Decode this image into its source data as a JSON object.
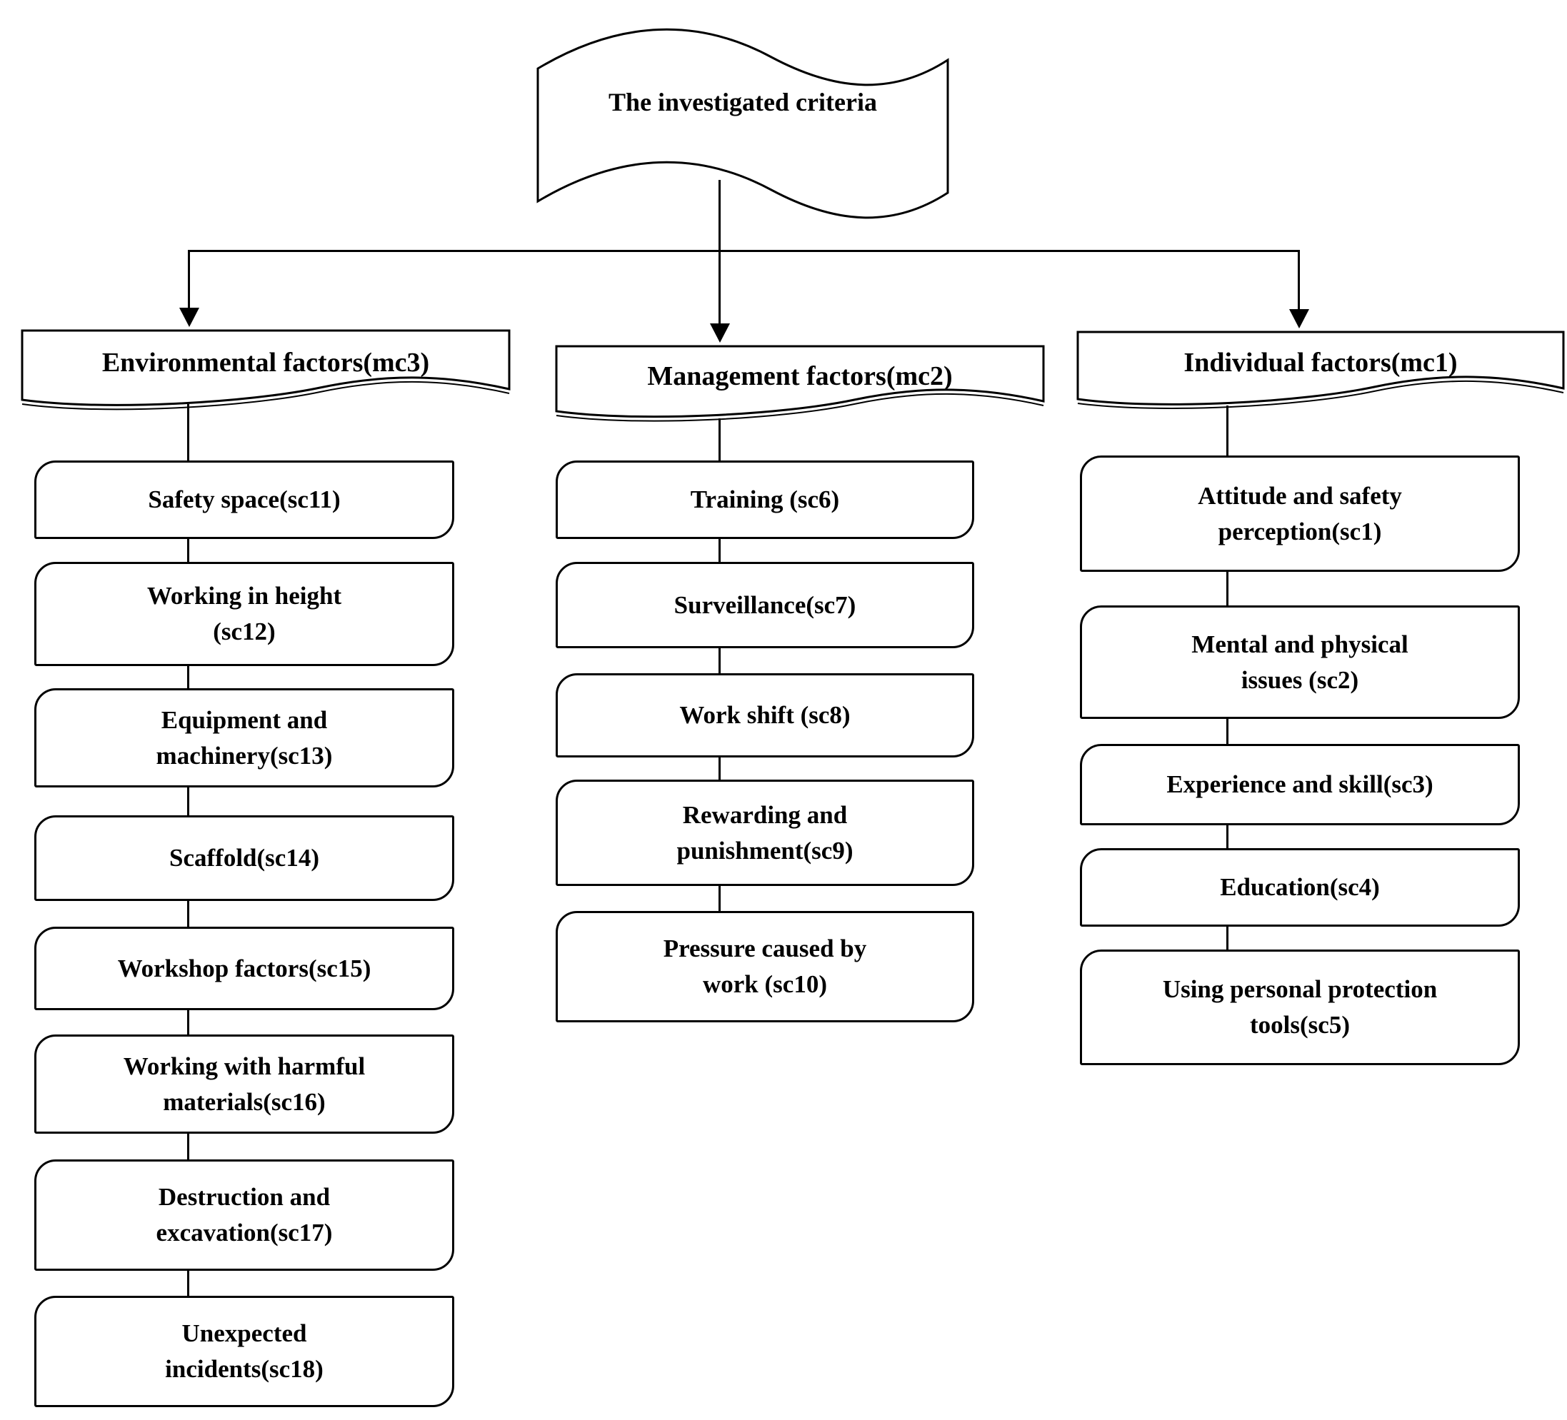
{
  "root": {
    "label": "The investigated criteria"
  },
  "columns": [
    {
      "header": "Environmental factors(mc3)",
      "children": [
        "Safety space(sc11)",
        "Working in height\n(sc12)",
        "Equipment and\nmachinery(sc13)",
        "Scaffold(sc14)",
        "Workshop factors(sc15)",
        "Working with harmful\nmaterials(sc16)",
        "Destruction and\nexcavation(sc17)",
        "Unexpected\nincidents(sc18)"
      ]
    },
    {
      "header": "Management factors(mc2)",
      "children": [
        "Training (sc6)",
        "Surveillance(sc7)",
        "Work shift (sc8)",
        "Rewarding and\npunishment(sc9)",
        "Pressure caused by\nwork (sc10)"
      ]
    },
    {
      "header": "Individual factors(mc1)",
      "children": [
        "Attitude and safety\nperception(sc1)",
        "Mental and physical\nissues (sc2)",
        "Experience and skill(sc3)",
        "Education(sc4)",
        "Using personal protection\ntools(sc5)"
      ]
    }
  ],
  "colors": {
    "line": "#000000",
    "background": "#ffffff",
    "text": "#000000"
  }
}
